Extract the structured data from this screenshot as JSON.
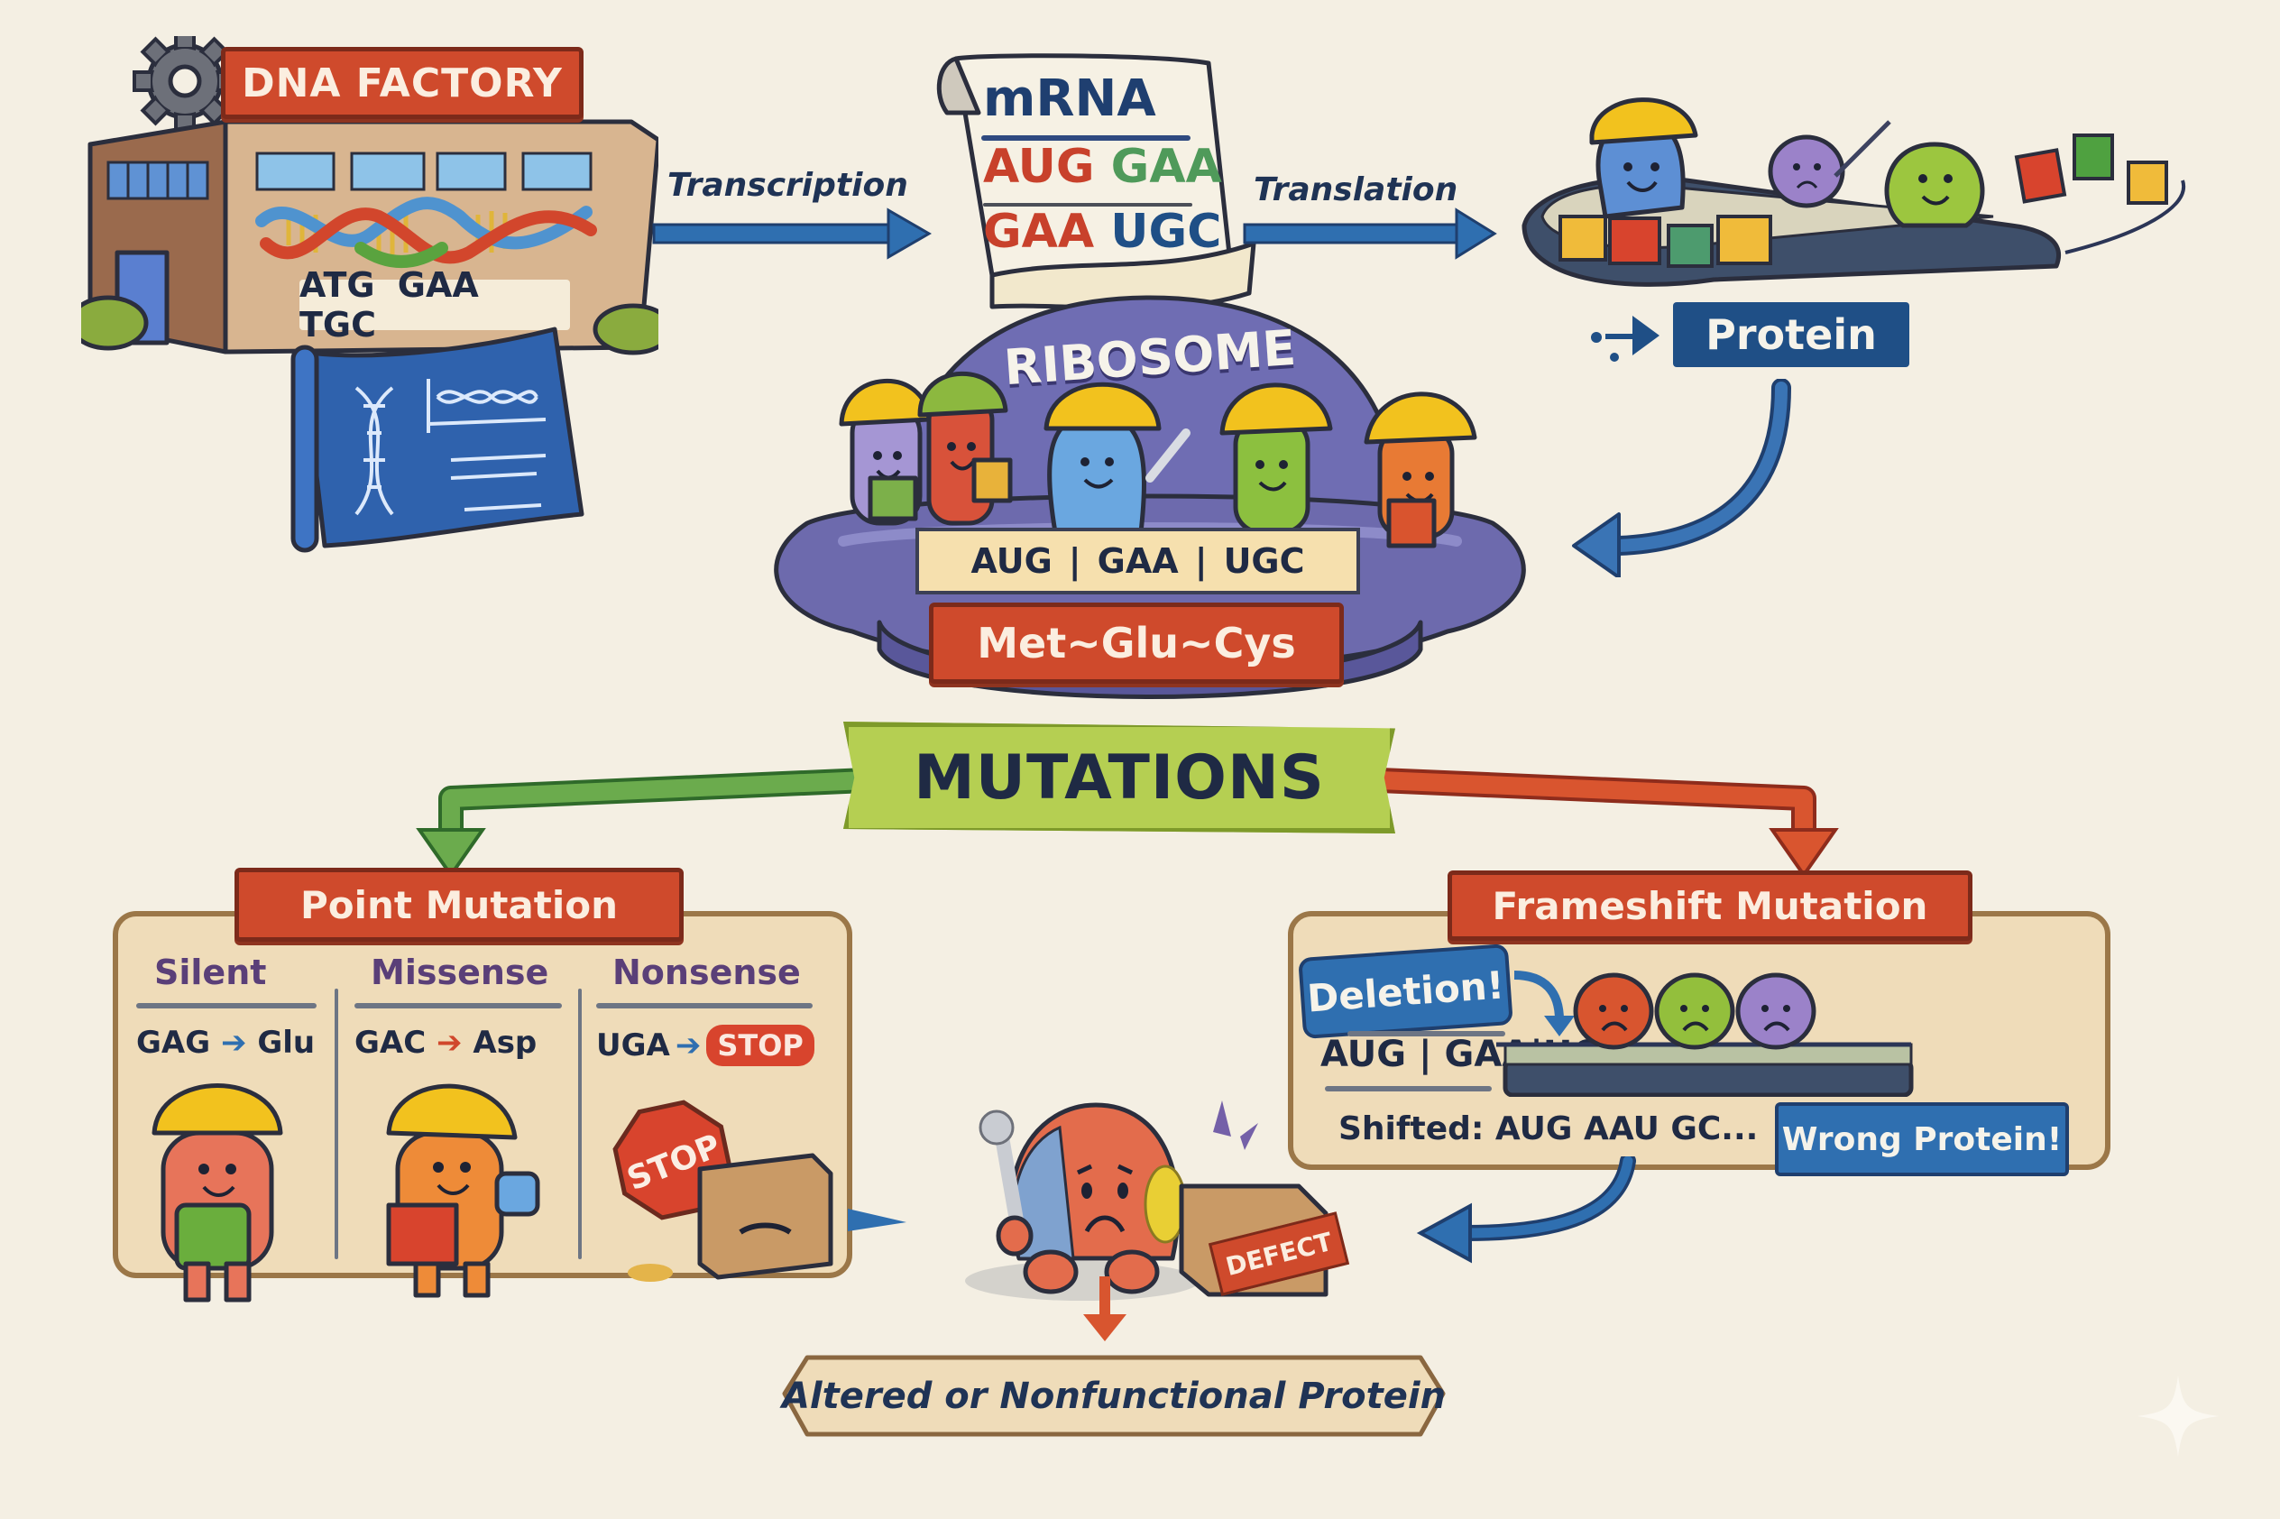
{
  "factory": {
    "title": "DNA FACTORY",
    "dna_sequence": "ATG GAA TGC",
    "icons": [
      "gear-icon",
      "dna-helix-icon",
      "blueprint-icon"
    ]
  },
  "steps": {
    "transcription": "Transcription",
    "translation": "Translation"
  },
  "mrna": {
    "title": "mRNA",
    "line1": [
      {
        "text": "AUG",
        "color": "#c8412b"
      },
      {
        "text": "GAA",
        "color": "#4f9a5a"
      }
    ],
    "line2": [
      {
        "text": "GAA",
        "color": "#c8412b"
      },
      {
        "text": "UGC",
        "color": "#1f4f86"
      }
    ]
  },
  "ribosome": {
    "title": "RIBOSOME",
    "codons": [
      "AUG",
      "GAA",
      "UGC"
    ],
    "separator": "|",
    "peptide": "Met~Glu~Cys"
  },
  "protein": {
    "label": "Protein"
  },
  "mutations": {
    "title": "MUTATIONS"
  },
  "point_mutation": {
    "title": "Point Mutation",
    "columns": [
      {
        "type": "Silent",
        "codon": "GAG",
        "result": "Glu",
        "arrow_color": "#2f6fb0"
      },
      {
        "type": "Missense",
        "codon": "GAC",
        "result": "Asp",
        "arrow_color": "#d0472c"
      },
      {
        "type": "Nonsense",
        "codon": "UGA",
        "result": "STOP",
        "arrow_color": "#2f6fb0"
      }
    ],
    "stop_sign": "STOP"
  },
  "frameshift_mutation": {
    "title": "Frameshift Mutation",
    "deletion_label": "Deletion!",
    "original": "AUG | GAA|UGC",
    "shifted": "Shifted: AUG AAU GC...",
    "result_label": "Wrong Protein!"
  },
  "defect": {
    "tag": "DEFECT"
  },
  "outcome": {
    "label": "Altered or Nonfunctional Protein"
  },
  "colors": {
    "background": "#f4efe3",
    "sign_red": "#cf4a2c",
    "navy": "#1f3355",
    "arrow_blue": "#2f6fb0",
    "ribosome_purple": "#6f6db3",
    "mutation_green": "#b5cf52",
    "panel_tan": "#efdcb9"
  }
}
